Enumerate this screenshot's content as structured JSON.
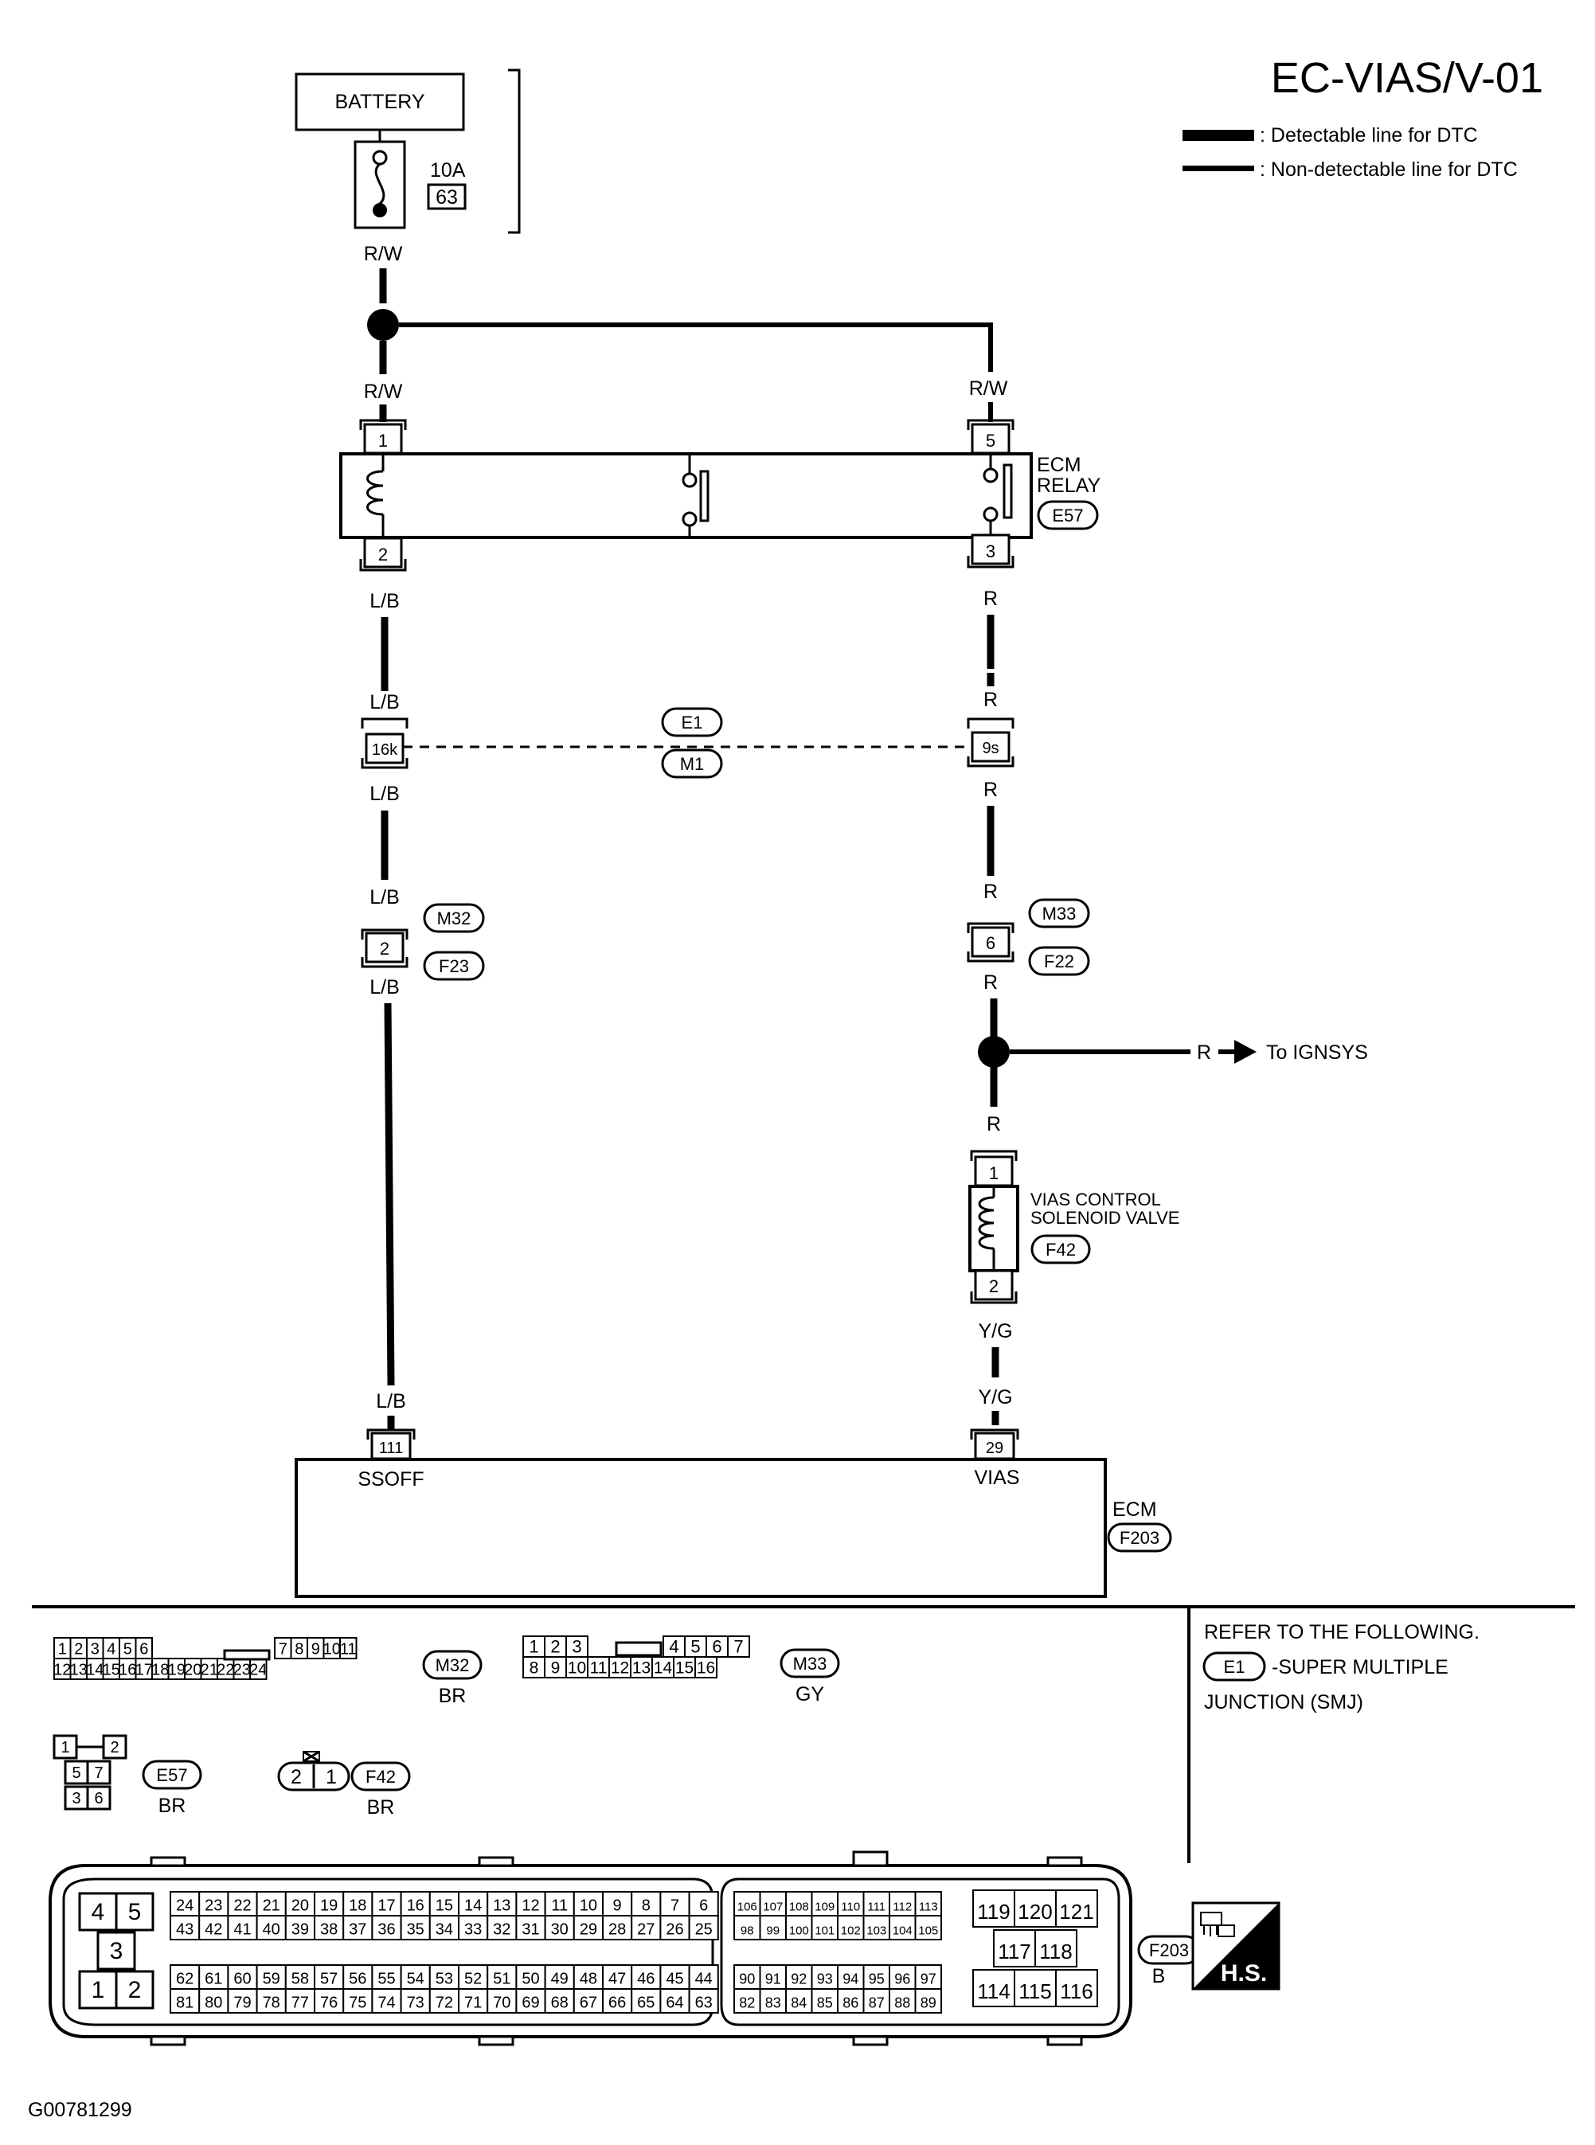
{
  "header": {
    "title": "EC-VIAS/V-01",
    "legend": [
      {
        "label": ": Detectable line for DTC",
        "style": "thick"
      },
      {
        "label": ": Non-detectable line for DTC",
        "style": "thin"
      }
    ]
  },
  "battery": {
    "label": "BATTERY",
    "fuse_rating": "10A",
    "fuse_number": "63"
  },
  "wires": {
    "rw": "R/W",
    "lb": "L/B",
    "r": "R",
    "yg": "Y/G",
    "to_ignsys": "To IGNSYS"
  },
  "ecm_relay": {
    "line1": "ECM",
    "line2": "RELAY",
    "connector": "E57",
    "pins": [
      "1",
      "2",
      "5",
      "3"
    ]
  },
  "junction": {
    "left_pin": "16k",
    "right_pin": "9s",
    "conn_top": "E1",
    "conn_bottom": "M1"
  },
  "connector_left": {
    "pin": "2",
    "conn_top": "M32",
    "conn_bottom": "F23"
  },
  "connector_right": {
    "pin": "6",
    "conn_top": "M33",
    "conn_bottom": "F22"
  },
  "solenoid": {
    "line1": "VIAS CONTROL",
    "line2": "SOLENOID VALVE",
    "connector": "F42",
    "pins": [
      "1",
      "2"
    ]
  },
  "ecm": {
    "label": "ECM",
    "connector": "F203",
    "pin_left": "111",
    "pin_left_label": "SSOFF",
    "pin_right": "29",
    "pin_right_label": "VIAS"
  },
  "refer": {
    "line1": "REFER TO THE FOLLOWING.",
    "conn": "E1",
    "line2": "-SUPER MULTIPLE",
    "line3": "JUNCTION (SMJ)"
  },
  "connector_views": {
    "m32": {
      "id": "M32",
      "color": "BR",
      "row1": [
        "1",
        "2",
        "3",
        "4",
        "5",
        "6",
        "7",
        "8",
        "9",
        "10",
        "11"
      ],
      "row2": [
        "12",
        "13",
        "14",
        "15",
        "16",
        "17",
        "18",
        "19",
        "20",
        "21",
        "22",
        "23",
        "24"
      ]
    },
    "m33": {
      "id": "M33",
      "color": "GY",
      "row1": [
        "1",
        "2",
        "3",
        "4",
        "5",
        "6",
        "7"
      ],
      "row2": [
        "8",
        "9",
        "10",
        "11",
        "12",
        "13",
        "14",
        "15",
        "16"
      ]
    },
    "e57": {
      "id": "E57",
      "color": "BR",
      "pins": [
        "1",
        "2",
        "5",
        "7",
        "3",
        "6"
      ]
    },
    "f42": {
      "id": "F42",
      "color": "BR",
      "pins": [
        "2",
        "1"
      ]
    },
    "f203": {
      "id": "F203",
      "color": "B",
      "power": [
        "4",
        "5",
        "3",
        "1",
        "2"
      ],
      "a1": [
        "24",
        "23",
        "22",
        "21",
        "20",
        "19",
        "18",
        "17",
        "16",
        "15",
        "14",
        "13",
        "12",
        "11",
        "10",
        "9",
        "8",
        "7",
        "6"
      ],
      "a2": [
        "43",
        "42",
        "41",
        "40",
        "39",
        "38",
        "37",
        "36",
        "35",
        "34",
        "33",
        "32",
        "31",
        "30",
        "29",
        "28",
        "27",
        "26",
        "25"
      ],
      "a3": [
        "62",
        "61",
        "60",
        "59",
        "58",
        "57",
        "56",
        "55",
        "54",
        "53",
        "52",
        "51",
        "50",
        "49",
        "48",
        "47",
        "46",
        "45",
        "44"
      ],
      "a4": [
        "81",
        "80",
        "79",
        "78",
        "77",
        "76",
        "75",
        "74",
        "73",
        "72",
        "71",
        "70",
        "69",
        "68",
        "67",
        "66",
        "65",
        "64",
        "63"
      ],
      "b1": [
        "106",
        "107",
        "108",
        "109",
        "110",
        "111",
        "112",
        "113"
      ],
      "b2": [
        "98",
        "99",
        "100",
        "101",
        "102",
        "103",
        "104",
        "105"
      ],
      "b3": [
        "90",
        "91",
        "92",
        "93",
        "94",
        "95",
        "96",
        "97"
      ],
      "b4": [
        "82",
        "83",
        "84",
        "85",
        "86",
        "87",
        "88",
        "89"
      ],
      "c1": [
        "119",
        "120",
        "121"
      ],
      "c2": [
        "117",
        "118"
      ],
      "c3": [
        "114",
        "115",
        "116"
      ]
    }
  },
  "hs_badge": "H.S.",
  "figure_code": "G00781299"
}
